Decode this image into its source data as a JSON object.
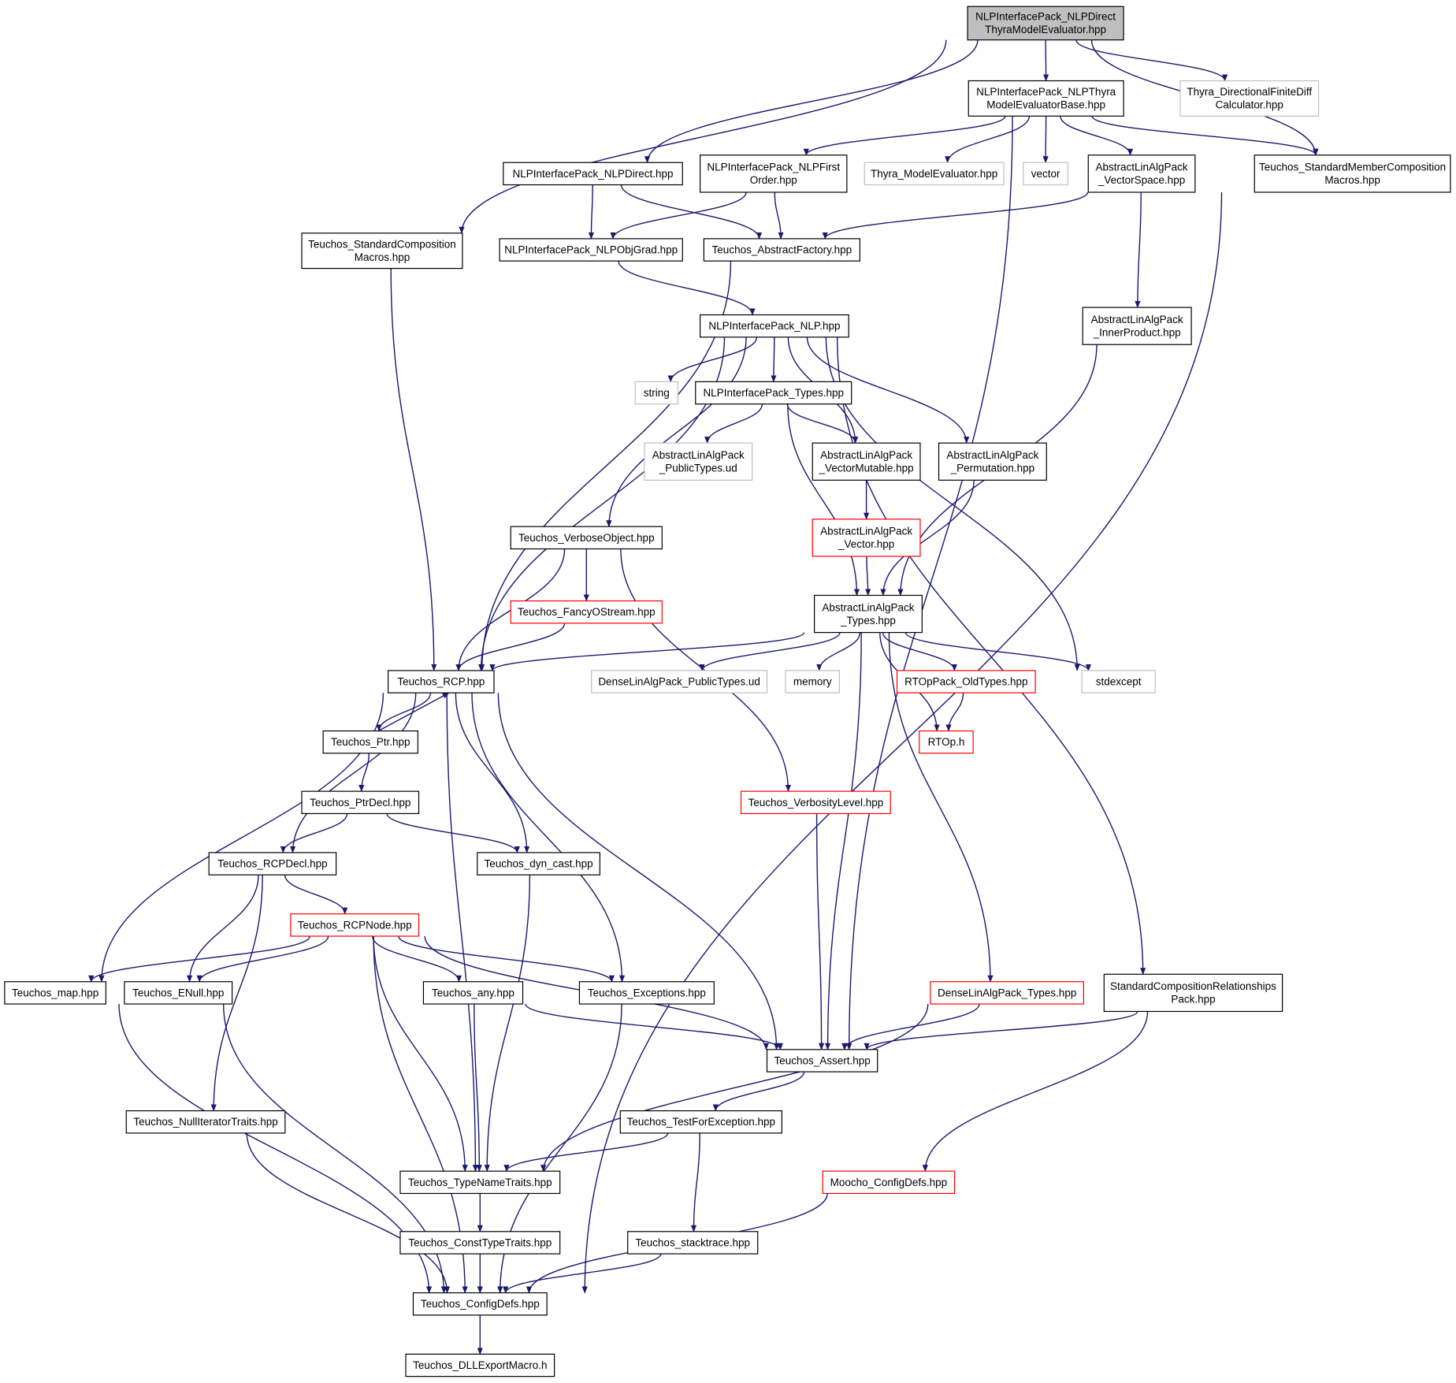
{
  "colors": {
    "edge": "#191970",
    "border_normal": "#000000",
    "border_missing": "#bfbfbf",
    "border_truncated": "#ff0000",
    "root_fill": "#bfbfbf",
    "node_fill": "#ffffff"
  },
  "nodes": [
    {
      "id": "root",
      "lines": [
        "NLPInterfacePack_NLPDirect",
        "ThyraModelEvaluator.hpp"
      ],
      "kind": "root"
    },
    {
      "id": "nlpthyrabase",
      "lines": [
        "NLPInterfacePack_NLPThyra",
        "ModelEvaluatorBase.hpp"
      ],
      "kind": "normal"
    },
    {
      "id": "dirfinite",
      "lines": [
        "Thyra_DirectionalFiniteDiff",
        "Calculator.hpp"
      ],
      "kind": "missing"
    },
    {
      "id": "nlpdirect",
      "lines": [
        "NLPInterfacePack_NLPDirect.hpp"
      ],
      "kind": "normal"
    },
    {
      "id": "nlpfirst",
      "lines": [
        "NLPInterfacePack_NLPFirst",
        "Order.hpp"
      ],
      "kind": "normal"
    },
    {
      "id": "thyramodel",
      "lines": [
        "Thyra_ModelEvaluator.hpp"
      ],
      "kind": "missing"
    },
    {
      "id": "vector",
      "lines": [
        "vector"
      ],
      "kind": "missing"
    },
    {
      "id": "vecspace",
      "lines": [
        "AbstractLinAlgPack",
        "_VectorSpace.hpp"
      ],
      "kind": "normal"
    },
    {
      "id": "stdmember",
      "lines": [
        "Teuchos_StandardMemberComposition",
        "Macros.hpp"
      ],
      "kind": "normal"
    },
    {
      "id": "stdcomp",
      "lines": [
        "Teuchos_StandardComposition",
        "Macros.hpp"
      ],
      "kind": "normal"
    },
    {
      "id": "objgrad",
      "lines": [
        "NLPInterfacePack_NLPObjGrad.hpp"
      ],
      "kind": "normal"
    },
    {
      "id": "absfactory",
      "lines": [
        "Teuchos_AbstractFactory.hpp"
      ],
      "kind": "normal"
    },
    {
      "id": "nlp",
      "lines": [
        "NLPInterfacePack_NLP.hpp"
      ],
      "kind": "normal"
    },
    {
      "id": "innerprod",
      "lines": [
        "AbstractLinAlgPack",
        "_InnerProduct.hpp"
      ],
      "kind": "normal"
    },
    {
      "id": "string",
      "lines": [
        "string"
      ],
      "kind": "missing"
    },
    {
      "id": "nlptypes",
      "lines": [
        "NLPInterfacePack_Types.hpp"
      ],
      "kind": "normal"
    },
    {
      "id": "pubtypes",
      "lines": [
        "AbstractLinAlgPack",
        "_PublicTypes.ud"
      ],
      "kind": "missing"
    },
    {
      "id": "vecmut",
      "lines": [
        "AbstractLinAlgPack",
        "_VectorMutable.hpp"
      ],
      "kind": "normal"
    },
    {
      "id": "perm",
      "lines": [
        "AbstractLinAlgPack",
        "_Permutation.hpp"
      ],
      "kind": "normal"
    },
    {
      "id": "verbose",
      "lines": [
        "Teuchos_VerboseObject.hpp"
      ],
      "kind": "normal"
    },
    {
      "id": "alavector",
      "lines": [
        "AbstractLinAlgPack",
        "_Vector.hpp"
      ],
      "kind": "truncated"
    },
    {
      "id": "fancy",
      "lines": [
        "Teuchos_FancyOStream.hpp"
      ],
      "kind": "truncated"
    },
    {
      "id": "alatypes",
      "lines": [
        "AbstractLinAlgPack",
        "_Types.hpp"
      ],
      "kind": "normal"
    },
    {
      "id": "rcp",
      "lines": [
        "Teuchos_RCP.hpp"
      ],
      "kind": "normal"
    },
    {
      "id": "densepub",
      "lines": [
        "DenseLinAlgPack_PublicTypes.ud"
      ],
      "kind": "missing"
    },
    {
      "id": "memory",
      "lines": [
        "memory"
      ],
      "kind": "missing"
    },
    {
      "id": "rtopold",
      "lines": [
        "RTOpPack_OldTypes.hpp"
      ],
      "kind": "truncated"
    },
    {
      "id": "stdexcept",
      "lines": [
        "stdexcept"
      ],
      "kind": "missing"
    },
    {
      "id": "ptr",
      "lines": [
        "Teuchos_Ptr.hpp"
      ],
      "kind": "normal"
    },
    {
      "id": "rtoph",
      "lines": [
        "RTOp.h"
      ],
      "kind": "truncated"
    },
    {
      "id": "ptrdecl",
      "lines": [
        "Teuchos_PtrDecl.hpp"
      ],
      "kind": "normal"
    },
    {
      "id": "verblevel",
      "lines": [
        "Teuchos_VerbosityLevel.hpp"
      ],
      "kind": "truncated"
    },
    {
      "id": "rcpdecl",
      "lines": [
        "Teuchos_RCPDecl.hpp"
      ],
      "kind": "normal"
    },
    {
      "id": "dyncast",
      "lines": [
        "Teuchos_dyn_cast.hpp"
      ],
      "kind": "normal"
    },
    {
      "id": "rcpnode",
      "lines": [
        "Teuchos_RCPNode.hpp"
      ],
      "kind": "truncated"
    },
    {
      "id": "map",
      "lines": [
        "Teuchos_map.hpp"
      ],
      "kind": "normal"
    },
    {
      "id": "enull",
      "lines": [
        "Teuchos_ENull.hpp"
      ],
      "kind": "normal"
    },
    {
      "id": "any",
      "lines": [
        "Teuchos_any.hpp"
      ],
      "kind": "normal"
    },
    {
      "id": "exceptions",
      "lines": [
        "Teuchos_Exceptions.hpp"
      ],
      "kind": "normal"
    },
    {
      "id": "densetypes",
      "lines": [
        "DenseLinAlgPack_Types.hpp"
      ],
      "kind": "truncated"
    },
    {
      "id": "stdcomprel",
      "lines": [
        "StandardCompositionRelationships",
        "Pack.hpp"
      ],
      "kind": "normal"
    },
    {
      "id": "assert",
      "lines": [
        "Teuchos_Assert.hpp"
      ],
      "kind": "normal"
    },
    {
      "id": "nulliter",
      "lines": [
        "Teuchos_NullIteratorTraits.hpp"
      ],
      "kind": "normal"
    },
    {
      "id": "testexc",
      "lines": [
        "Teuchos_TestForException.hpp"
      ],
      "kind": "normal"
    },
    {
      "id": "typename",
      "lines": [
        "Teuchos_TypeNameTraits.hpp"
      ],
      "kind": "normal"
    },
    {
      "id": "moochocfg",
      "lines": [
        "Moocho_ConfigDefs.hpp"
      ],
      "kind": "truncated"
    },
    {
      "id": "consttype",
      "lines": [
        "Teuchos_ConstTypeTraits.hpp"
      ],
      "kind": "normal"
    },
    {
      "id": "stacktrace",
      "lines": [
        "Teuchos_stacktrace.hpp"
      ],
      "kind": "normal"
    },
    {
      "id": "configdefs",
      "lines": [
        "Teuchos_ConfigDefs.hpp"
      ],
      "kind": "normal"
    },
    {
      "id": "dllexport",
      "lines": [
        "Teuchos_DLLExportMacro.h"
      ],
      "kind": "normal"
    }
  ],
  "edges": [
    [
      "root",
      "nlpthyrabase"
    ],
    [
      "root",
      "dirfinite"
    ],
    [
      "root",
      "stdmember"
    ],
    [
      "root",
      "nlpdirect"
    ],
    [
      "root",
      "stdcomp"
    ],
    [
      "nlpthyrabase",
      "nlpfirst"
    ],
    [
      "nlpthyrabase",
      "thyramodel"
    ],
    [
      "nlpthyrabase",
      "vector"
    ],
    [
      "nlpthyrabase",
      "vecspace"
    ],
    [
      "nlpthyrabase",
      "stdmember"
    ],
    [
      "nlpthyrabase",
      "assert"
    ],
    [
      "nlpdirect",
      "objgrad"
    ],
    [
      "nlpdirect",
      "absfactory"
    ],
    [
      "nlpfirst",
      "objgrad"
    ],
    [
      "nlpfirst",
      "absfactory"
    ],
    [
      "vecspace",
      "absfactory"
    ],
    [
      "vecspace",
      "innerprod"
    ],
    [
      "stdmember",
      "configdefs"
    ],
    [
      "stdcomp",
      "rcp"
    ],
    [
      "objgrad",
      "nlp"
    ],
    [
      "absfactory",
      "rcp"
    ],
    [
      "nlp",
      "string"
    ],
    [
      "nlp",
      "nlptypes"
    ],
    [
      "nlp",
      "vecmut"
    ],
    [
      "nlp",
      "perm"
    ],
    [
      "nlp",
      "verbose"
    ],
    [
      "nlp",
      "rcp"
    ],
    [
      "nlp",
      "stdexcept"
    ],
    [
      "nlp",
      "stdcomprel"
    ],
    [
      "innerprod",
      "alatypes"
    ],
    [
      "nlptypes",
      "pubtypes"
    ],
    [
      "nlptypes",
      "vecmut"
    ],
    [
      "nlptypes",
      "alatypes"
    ],
    [
      "vecmut",
      "alavector"
    ],
    [
      "alavector",
      "alatypes"
    ],
    [
      "perm",
      "alatypes"
    ],
    [
      "verbose",
      "fancy"
    ],
    [
      "verbose",
      "rcp"
    ],
    [
      "verbose",
      "verblevel"
    ],
    [
      "fancy",
      "rcp"
    ],
    [
      "alatypes",
      "rcp"
    ],
    [
      "alatypes",
      "densepub"
    ],
    [
      "alatypes",
      "memory"
    ],
    [
      "alatypes",
      "rtopold"
    ],
    [
      "alatypes",
      "rtoph"
    ],
    [
      "alatypes",
      "stdexcept"
    ],
    [
      "alatypes",
      "densetypes"
    ],
    [
      "alatypes",
      "assert"
    ],
    [
      "rtopold",
      "rtoph"
    ],
    [
      "rcp",
      "ptr"
    ],
    [
      "rcp",
      "rcpdecl"
    ],
    [
      "rcp",
      "dyncast"
    ],
    [
      "rcp",
      "map"
    ],
    [
      "rcp",
      "exceptions"
    ],
    [
      "rcp",
      "assert"
    ],
    [
      "rcp",
      "typename"
    ],
    [
      "ptr",
      "rcp"
    ],
    [
      "ptr",
      "ptrdecl"
    ],
    [
      "ptrdecl",
      "rcpdecl"
    ],
    [
      "ptrdecl",
      "dyncast"
    ],
    [
      "rcpdecl",
      "rcpnode"
    ],
    [
      "rcpdecl",
      "enull"
    ],
    [
      "rcpdecl",
      "nulliter"
    ],
    [
      "dyncast",
      "typename"
    ],
    [
      "rcpnode",
      "map"
    ],
    [
      "rcpnode",
      "enull"
    ],
    [
      "rcpnode",
      "any"
    ],
    [
      "rcpnode",
      "exceptions"
    ],
    [
      "rcpnode",
      "assert"
    ],
    [
      "rcpnode",
      "typename"
    ],
    [
      "rcpnode",
      "configdefs"
    ],
    [
      "verblevel",
      "assert"
    ],
    [
      "any",
      "typename"
    ],
    [
      "any",
      "assert"
    ],
    [
      "exceptions",
      "configdefs"
    ],
    [
      "map",
      "configdefs"
    ],
    [
      "enull",
      "configdefs"
    ],
    [
      "nulliter",
      "configdefs"
    ],
    [
      "densetypes",
      "assert"
    ],
    [
      "densetypes",
      "typename"
    ],
    [
      "stdcomprel",
      "assert"
    ],
    [
      "stdcomprel",
      "moochocfg"
    ],
    [
      "assert",
      "testexc"
    ],
    [
      "testexc",
      "typename"
    ],
    [
      "testexc",
      "stacktrace"
    ],
    [
      "typename",
      "consttype"
    ],
    [
      "consttype",
      "configdefs"
    ],
    [
      "stacktrace",
      "configdefs"
    ],
    [
      "moochocfg",
      "configdefs"
    ],
    [
      "configdefs",
      "dllexport"
    ]
  ]
}
